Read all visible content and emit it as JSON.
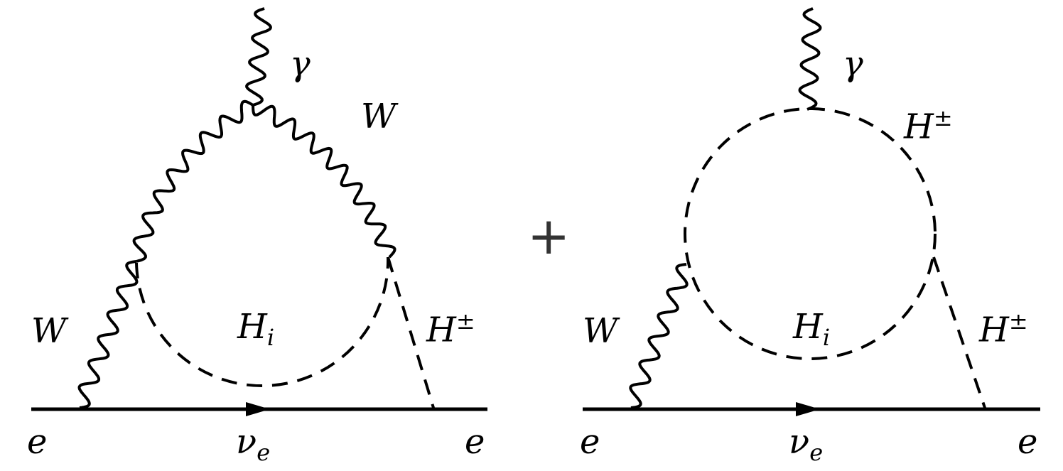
{
  "diagram1": {
    "gamma": "γ",
    "w_top": "W",
    "w_left": "W",
    "hi": "H",
    "hi_sub": "i",
    "hpm": "H",
    "hpm_sup": "±",
    "e_in": "e",
    "nu": "ν",
    "nu_sub": "e",
    "e_out": "e"
  },
  "operator": "+",
  "diagram2": {
    "gamma": "γ",
    "hpm_top": "H",
    "hpm_top_sup": "±",
    "w_left": "W",
    "hi": "H",
    "hi_sub": "i",
    "hpm": "H",
    "hpm_sup": "±",
    "e_in": "e",
    "nu": "ν",
    "nu_sub": "e",
    "e_out": "e"
  },
  "colors": {
    "line": "#000000",
    "operator": "#333333"
  }
}
